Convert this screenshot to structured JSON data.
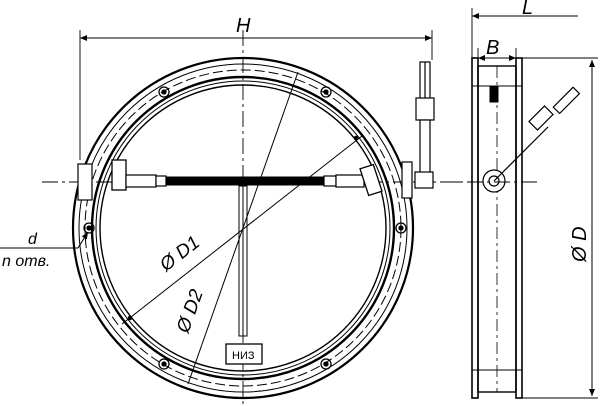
{
  "front_view": {
    "width_label": "H",
    "inner_diameter_label": "Ø D1",
    "bolt_circle_label": "Ø D2",
    "hole_label_d": "d",
    "hole_label_n": "n отв.",
    "bottom_marker": "НИЗ"
  },
  "side_view": {
    "length_label": "L",
    "flange_label": "B",
    "outer_diameter_label": "Ø D"
  }
}
